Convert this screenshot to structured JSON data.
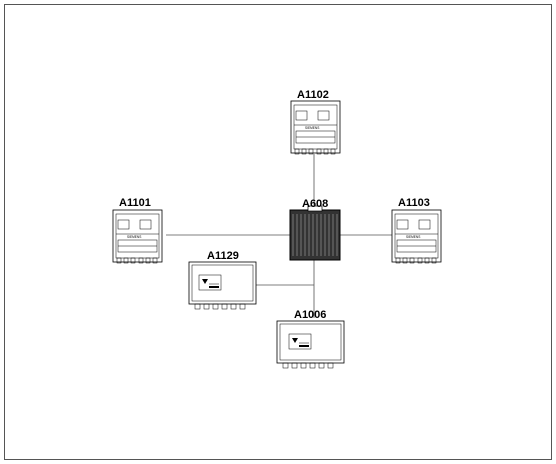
{
  "diagram": {
    "nodes": [
      {
        "id": "A1102",
        "label": "A1102",
        "kind": "panel",
        "brand_text": "SIEMENS"
      },
      {
        "id": "A1101",
        "label": "A1101",
        "kind": "panel",
        "brand_text": "SIEMENS"
      },
      {
        "id": "A1103",
        "label": "A1103",
        "kind": "panel",
        "brand_text": "SIEMENS"
      },
      {
        "id": "A608",
        "label": "A608",
        "kind": "switch"
      },
      {
        "id": "A1129",
        "label": "A1129",
        "kind": "module"
      },
      {
        "id": "A1006",
        "label": "A1006",
        "kind": "module"
      }
    ],
    "connections": [
      {
        "from": "A608",
        "to": "A1102"
      },
      {
        "from": "A608",
        "to": "A1101"
      },
      {
        "from": "A608",
        "to": "A1103"
      },
      {
        "from": "A608",
        "to": "A1006"
      },
      {
        "from": "A1129",
        "to": "A1006"
      }
    ]
  }
}
